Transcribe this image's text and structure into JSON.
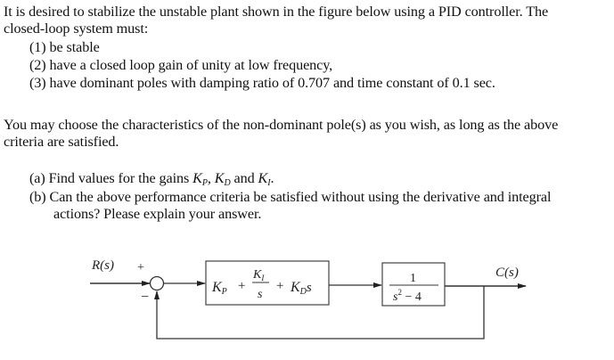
{
  "problem": {
    "intro_line1": "It is desired to stabilize the unstable plant shown in the figure below using a PID controller. The",
    "intro_line2": "closed-loop system must:",
    "requirements": [
      "(1) be stable",
      "(2) have a closed loop gain of unity at low frequency,",
      "(3) have dominant poles with damping ratio of 0.707 and time constant of 0.1 sec."
    ],
    "note_line1": "You may choose the characteristics of the non-dominant pole(s) as you wish, as long as the above",
    "note_line2": "criteria are satisfied.",
    "parts": {
      "a_prefix": "(a) Find values for the gains ",
      "a_kp": "K",
      "a_kp_sub": "P",
      "a_sep1": ", ",
      "a_kd": "K",
      "a_kd_sub": "D",
      "a_and": " and ",
      "a_ki": "K",
      "a_ki_sub": "I",
      "a_end": ".",
      "b_line1": "(b) Can the above performance criteria be satisfied without using the derivative and integral",
      "b_line2": "actions? Please explain your answer."
    }
  },
  "diagram": {
    "input_label": "R(s)",
    "output_label": "C(s)",
    "sum_plus": "+",
    "sum_minus": "−",
    "controller": {
      "kp": "K",
      "kp_sub": "P",
      "plus1": "+",
      "ki_num": "K",
      "ki_sub": "I",
      "ki_den": "s",
      "plus2": "+",
      "kd": "K",
      "kd_sub": "D",
      "kd_s": "s"
    },
    "plant": {
      "numerator": "1",
      "den_s": "s",
      "den_exp": "2",
      "den_rest": " − 4"
    }
  }
}
